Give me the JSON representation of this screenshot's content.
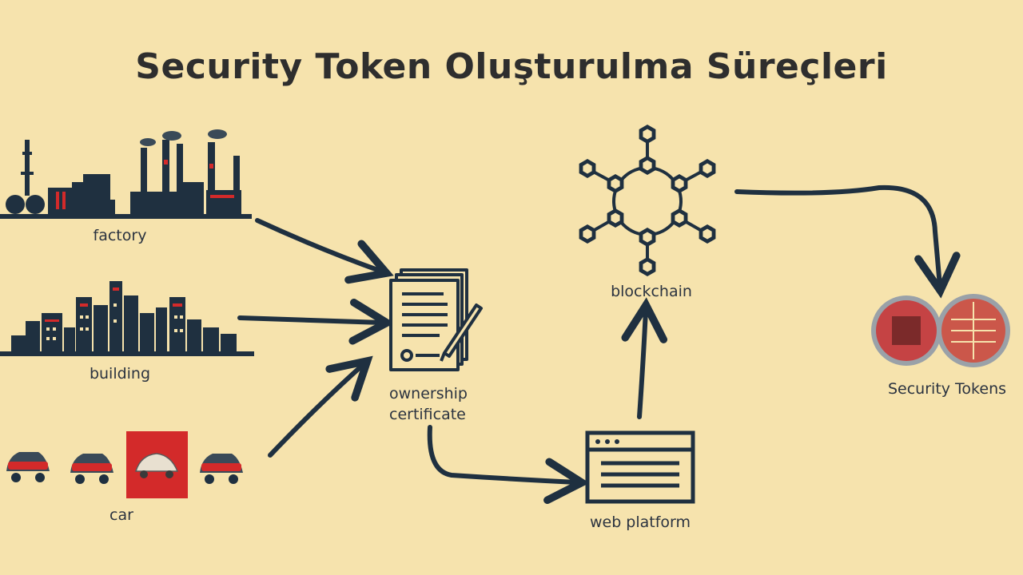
{
  "title": "Security Token Oluşturulma Süreçleri",
  "colors": {
    "background": "#f6e3ad",
    "ink": "#1f3040",
    "accent_red": "#d32a2a",
    "title": "#2e2e2e"
  },
  "nodes": {
    "factory": "factory",
    "building": "building",
    "car": "car",
    "ownership_certificate": [
      "ownership",
      "certificate"
    ],
    "web_platform": "web platform",
    "blockchain": "blockchain",
    "security_tokens": "Security Tokens"
  },
  "icons": {
    "factory": "factory-skyline-icon",
    "building": "city-skyline-icon",
    "car": "car-icon",
    "certificate": "document-with-pen-icon",
    "web": "browser-window-icon",
    "blockchain": "hexagon-network-icon",
    "tokens": "coin-icon"
  }
}
